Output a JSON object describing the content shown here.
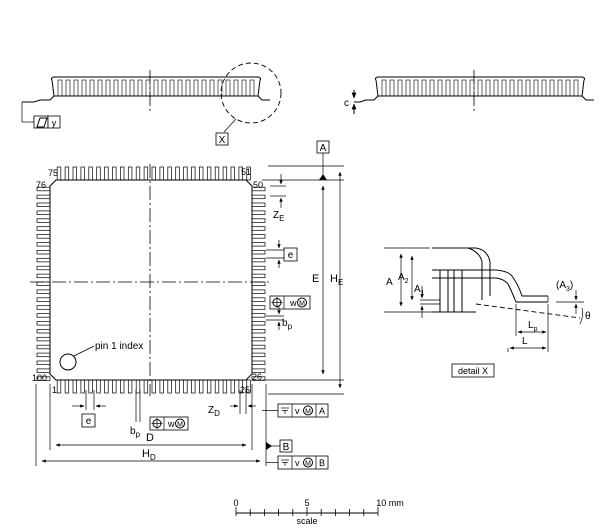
{
  "package": {
    "pin_numbers": {
      "p1": "1",
      "p25": "25",
      "p26": "26",
      "p50": "50",
      "p51": "51",
      "p75": "75",
      "p76": "76",
      "p100": "100"
    },
    "pin1_index": "pin 1 index",
    "pins_per_side": 25
  },
  "side_view": {
    "detail_marker": "X",
    "coplanarity": "y",
    "c_label": "c"
  },
  "datums": {
    "a": "A",
    "b": "B"
  },
  "dimensions": {
    "E": "E",
    "HE_main": "H",
    "HE_sub": "E",
    "ZE_main": "Z",
    "ZE_sub": "E",
    "e": "e",
    "bp_main": "b",
    "bp_sub": "p",
    "ZD_main": "Z",
    "ZD_sub": "D",
    "D": "D",
    "HD_main": "H",
    "HD_sub": "D"
  },
  "tolerance_frames": {
    "w_right": "w",
    "w_bottom": "w",
    "v_A": "v",
    "v_B": "v",
    "A_ref": "A",
    "B_ref": "B",
    "m_symbol": "M"
  },
  "detail_x": {
    "title": "detail X",
    "A": "A",
    "A2_main": "A",
    "A2_sub": "2",
    "A1_main": "A",
    "A1_sub": "1",
    "A3_main": "(A",
    "A3_sub": "3",
    "A3_close": ")",
    "Lp_main": "L",
    "Lp_sub": "p",
    "L": "L",
    "theta": "θ"
  },
  "scale": {
    "ticks": [
      "0",
      "5",
      "10 mm"
    ],
    "label": "scale"
  }
}
